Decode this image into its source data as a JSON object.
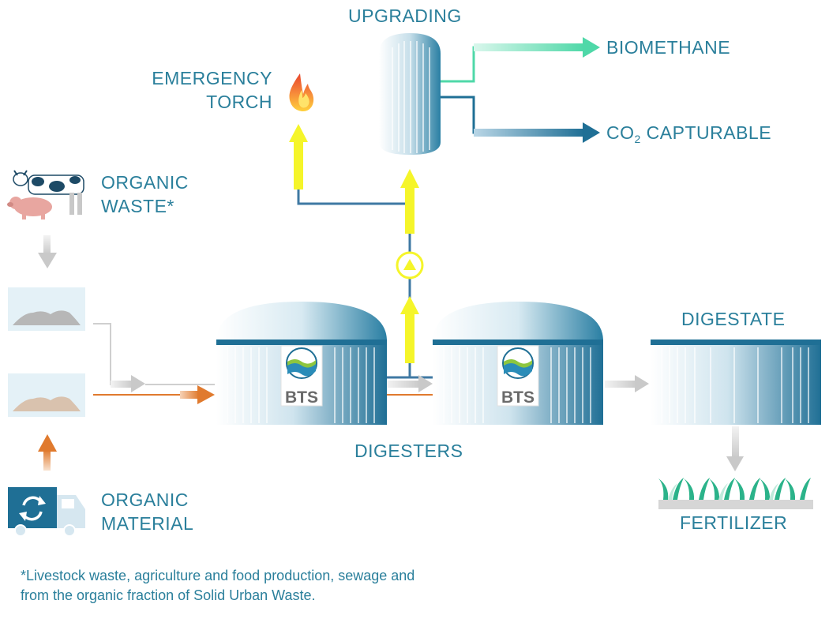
{
  "labels": {
    "upgrading": "UPGRADING",
    "biomethane": "BIOMETHANE",
    "co2_prefix": "CO",
    "co2_sub": "2",
    "co2_suffix": " CAPTURABLE",
    "emergency_torch_line1": "EMERGENCY",
    "emergency_torch_line2": "TORCH",
    "organic_waste_line1": "ORGANIC",
    "organic_waste_line2": "WASTE*",
    "organic_material_line1": "ORGANIC",
    "organic_material_line2": "MATERIAL",
    "digesters": "DIGESTERS",
    "digestate": "DIGESTATE",
    "fertilizer": "FERTILIZER",
    "bts_logo_1": "BTS",
    "bts_logo_2": "BTS"
  },
  "footnote": {
    "star": "*",
    "line1": "Livestock waste, agriculture and food production, sewage and",
    "line2": "from the organic fraction of Solid Urban Waste."
  },
  "colors": {
    "label": "#2a7f9b",
    "pipe": "#3f79a3",
    "gas_arrow": "#f5f52a",
    "biomethane_arrow": "#4fd8a8",
    "co2_arrow": "#1f6f95",
    "organic_material_arrow": "#e07a2e",
    "grey_arrow": "#d5d5d5",
    "tank_dark": "#1f6f95",
    "tank_light": "#e6f2f7"
  },
  "icons": [
    "cow-icon",
    "pig-icon",
    "flame-icon",
    "truck-icon",
    "recycle-icon",
    "pump-icon",
    "grass-icon"
  ]
}
